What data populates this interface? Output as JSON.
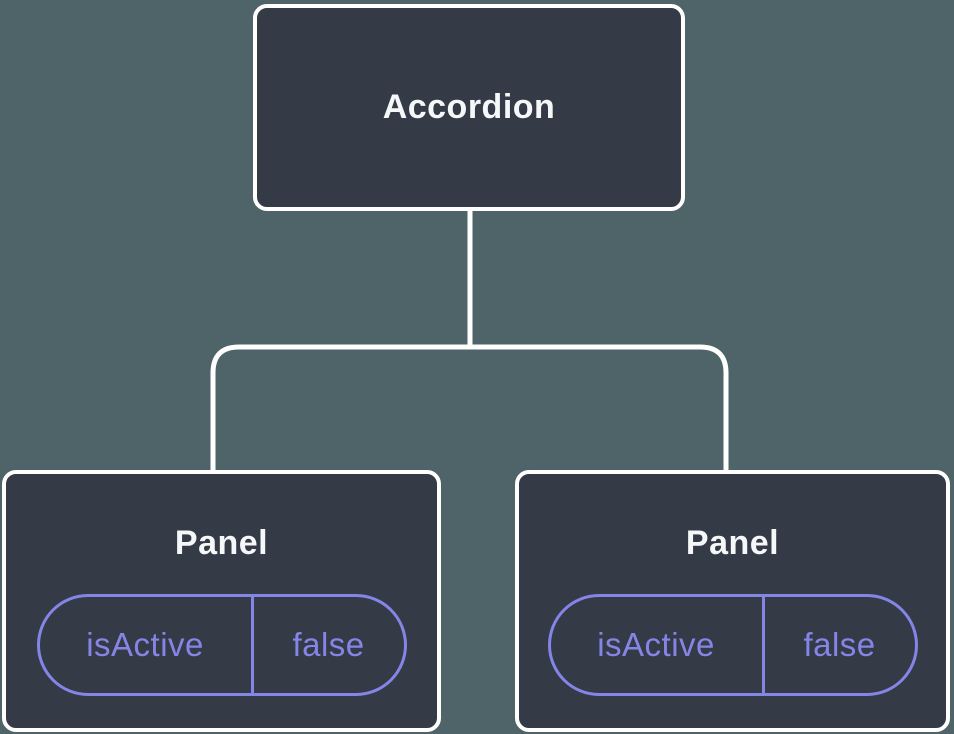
{
  "colors": {
    "background": "#4E6468",
    "node_fill": "#343B47",
    "node_border": "#FFFFFF",
    "connector": "#FFFFFF",
    "state_accent": "#8585E8"
  },
  "tree": {
    "root": {
      "label": "Accordion"
    },
    "children": [
      {
        "label": "Panel",
        "state": {
          "name": "isActive",
          "value": "false"
        }
      },
      {
        "label": "Panel",
        "state": {
          "name": "isActive",
          "value": "false"
        }
      }
    ]
  }
}
